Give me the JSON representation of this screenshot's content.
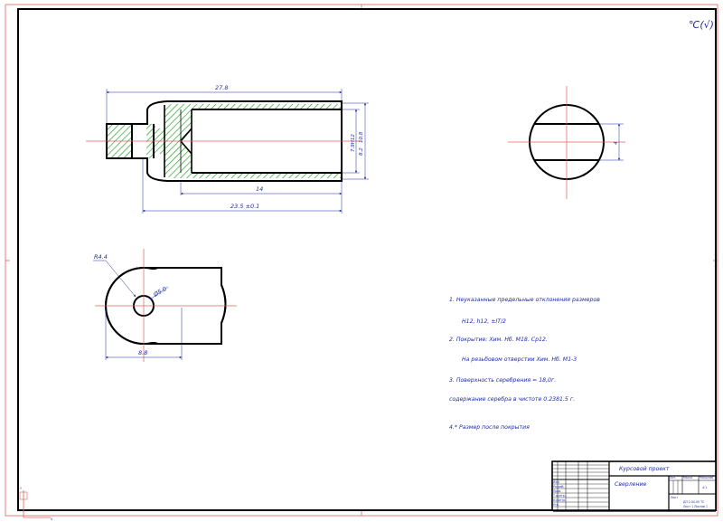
{
  "corner_mark": "℃(√)",
  "axis_label_x": "X",
  "axis_label_y": "Y",
  "dimensions": {
    "overall_length": "27.8",
    "body_length": "14",
    "total_length": "23.5 ±0.1",
    "inner_dia": "7.9H12",
    "outer_dia_a": "8.2",
    "outer_dia_b": "10.8",
    "slot_width": "4",
    "radius": "R4.4",
    "hole_dia": "Ø5.0",
    "head_width": "8.8"
  },
  "notes": [
    "1. Неуказанные предельные отклонения размеров",
    "H12, h12,                ±IT/2",
    "2. Покрытие: Хим. Нб. М18. Ср12.",
    "На резьбовом отверстии Хим. Нб. М1-3",
    "3. Поверхность серебрения ≈ 18,0г.",
    "содержание серебра в чистоте 0.2381.5 г.",
    "4.* Размер после покрытия"
  ],
  "title_block": {
    "project": "Курсовой проект",
    "part_name": "Сверление",
    "mass_label": "Масса",
    "scale_label": "Масштаб",
    "scale_value": "4:1",
    "doc_code": "ДП 2.00.00 ТС",
    "doc_code_2": "Лист 1 Листов 1",
    "rows": [
      "Изм.",
      "Разраб.",
      "Пров.",
      "Т.контр.",
      "Н.контр.",
      "Утв."
    ],
    "lit_label": "Лит.",
    "sheet_label": "Лист"
  }
}
